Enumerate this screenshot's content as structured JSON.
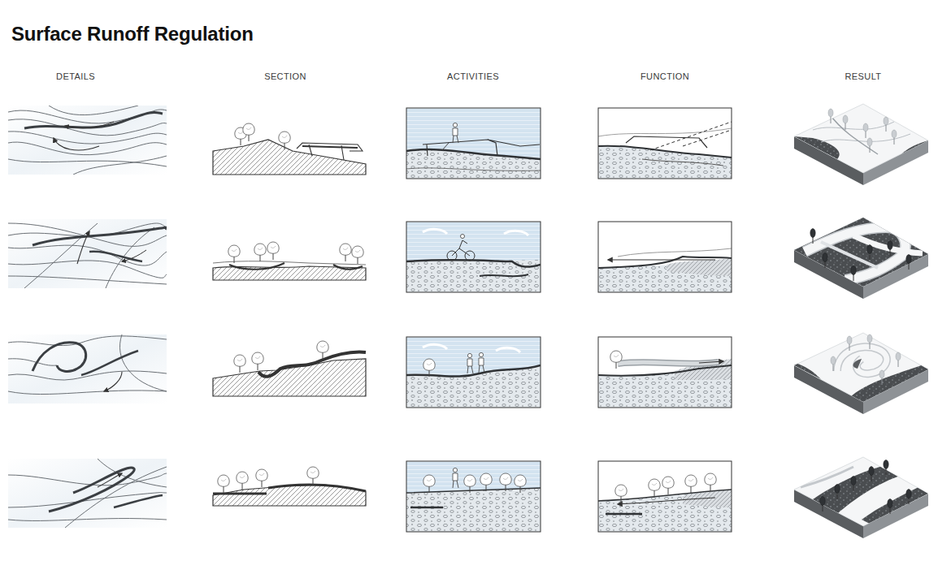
{
  "diagram": {
    "title": "Surface Runoff Regulation",
    "labels": [
      "DETAILS",
      "SECTION",
      "ACTIVITIES",
      "FUNCTION",
      "RESULT"
    ]
  }
}
